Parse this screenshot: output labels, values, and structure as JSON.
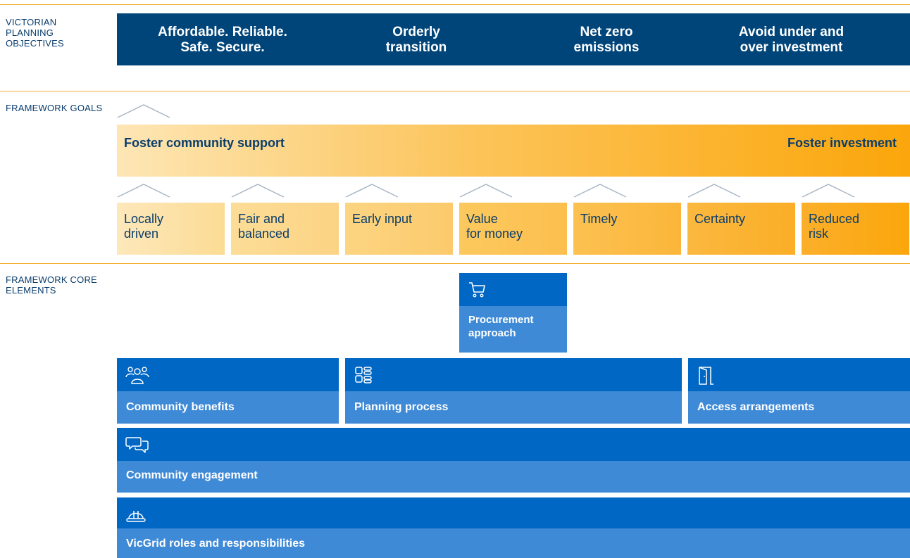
{
  "sections": {
    "objectives_label": "VICTORIAN PLANNING OBJECTIVES",
    "goals_label": "FRAMEWORK GOALS",
    "core_label": "FRAMEWORK CORE ELEMENTS"
  },
  "objectives": [
    {
      "line1": "Affordable. Reliable.",
      "line2": "Safe. Secure."
    },
    {
      "line1": "Orderly",
      "line2": "transition"
    },
    {
      "line1": "Net zero",
      "line2": "emissions"
    },
    {
      "line1": "Avoid under and",
      "line2": "over investment"
    }
  ],
  "goals": {
    "left": "Foster community support",
    "right": "Foster investment"
  },
  "principles": [
    {
      "line1": "Locally",
      "line2": "driven"
    },
    {
      "line1": "Fair and",
      "line2": "balanced"
    },
    {
      "line1": "Early input",
      "line2": ""
    },
    {
      "line1": "Value",
      "line2": "for money"
    },
    {
      "line1": "Timely",
      "line2": ""
    },
    {
      "line1": "Certainty",
      "line2": ""
    },
    {
      "line1": "Reduced",
      "line2": "risk"
    }
  ],
  "core_elements": {
    "procurement": {
      "line1": "Procurement",
      "line2": "approach",
      "icon": "shopping-cart-icon"
    },
    "community_benefits": {
      "label": "Community benefits",
      "icon": "people-group-icon"
    },
    "planning_process": {
      "label": "Planning process",
      "icon": "grid-layout-icon"
    },
    "access_arrangements": {
      "label": "Access arrangements",
      "icon": "door-icon"
    },
    "community_engagement": {
      "label": "Community engagement",
      "icon": "speech-bubbles-icon"
    },
    "roles": {
      "label": "VicGrid roles and responsibilities",
      "icon": "hard-hat-icon"
    }
  },
  "colors": {
    "navy": "#00457a",
    "blue_dark": "#0067c5",
    "blue_light": "#3f8ad6",
    "orange": "#fba60b",
    "text_dark": "#0a3d6b"
  }
}
